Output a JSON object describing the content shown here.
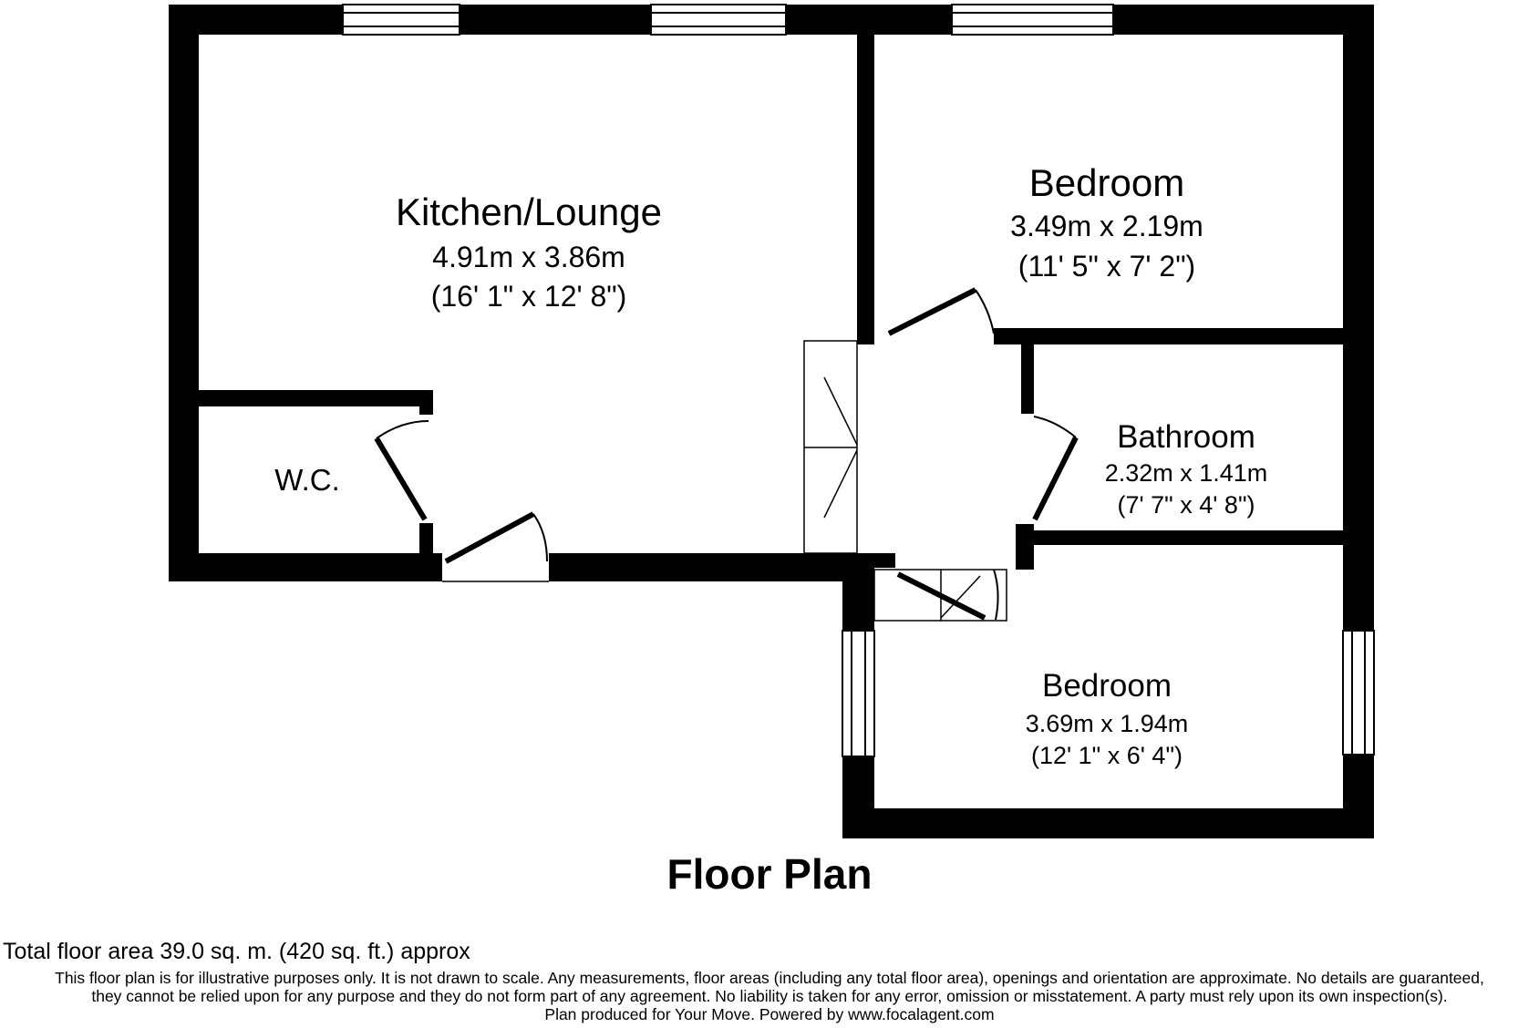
{
  "plan_title": "Floor Plan",
  "rooms": [
    {
      "name": "Kitchen/Lounge",
      "metric": "4.91m x 3.86m",
      "imperial": "(16' 1\" x 12' 8\")"
    },
    {
      "name": "Bedroom",
      "metric": "3.49m x 2.19m",
      "imperial": "(11' 5\" x 7' 2\")"
    },
    {
      "name": "Bathroom",
      "metric": "2.32m x 1.41m",
      "imperial": "(7' 7\" x 4' 8\")"
    },
    {
      "name": "Bedroom",
      "metric": "3.69m x 1.94m",
      "imperial": "(12' 1\" x 6' 4\")"
    },
    {
      "name": "W.C."
    }
  ],
  "footer": {
    "total_area": "Total floor area 39.0 sq. m. (420 sq. ft.) approx",
    "disclaimer_line1": "This floor plan is for illustrative purposes only. It is not drawn to scale. Any measurements, floor areas (including any total floor area), openings and orientation are approximate. No details are guaranteed,",
    "disclaimer_line2": "they cannot be relied upon for any purpose and they do not form part of any agreement. No liability is taken for any error, omission or misstatement. A party must rely upon its own inspection(s).",
    "produced_by": "Plan produced for Your Move. Powered by www.focalagent.com"
  },
  "colors": {
    "wall": "#000000",
    "background": "#ffffff"
  }
}
